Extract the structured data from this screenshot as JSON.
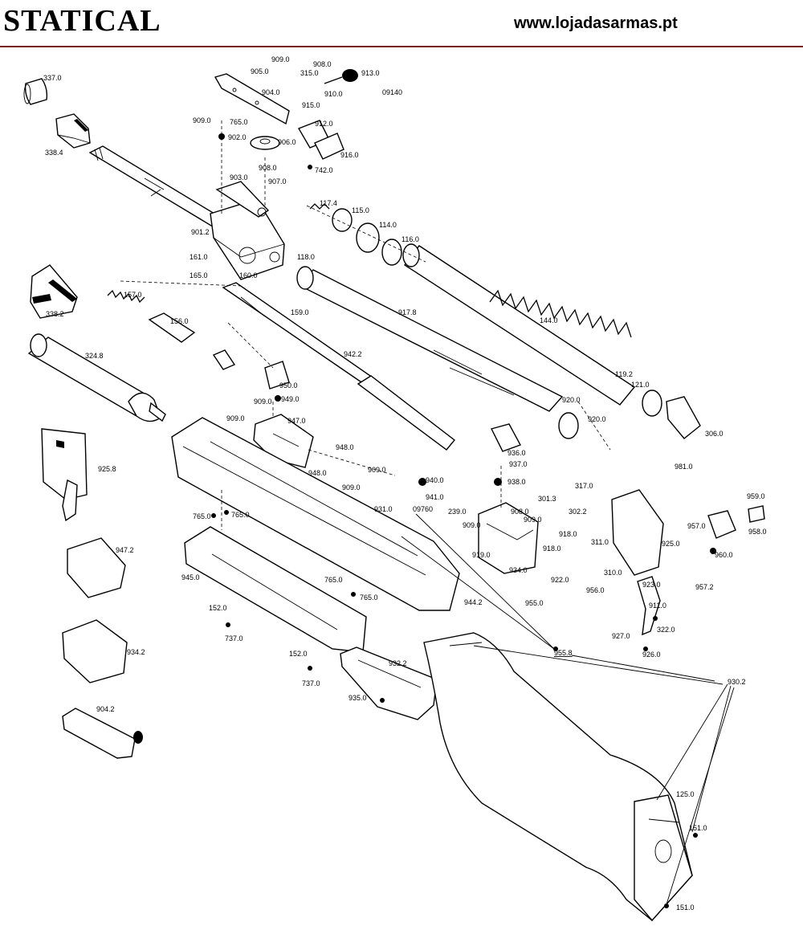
{
  "header": {
    "brand": "STATICAL",
    "website": "www.lojadasarmas.pt"
  },
  "colors": {
    "rule": "#7a1f1f",
    "ink": "#000000",
    "paper": "#ffffff"
  },
  "parts": [
    {
      "id": "p3370",
      "label": "337.0"
    },
    {
      "id": "p3384",
      "label": "338.4"
    },
    {
      "id": "p3382",
      "label": "338.2"
    },
    {
      "id": "p3248",
      "label": "324.8"
    },
    {
      "id": "p9258",
      "label": "925.8"
    },
    {
      "id": "p9472",
      "label": "947.2"
    },
    {
      "id": "p9342",
      "label": "934.2"
    },
    {
      "id": "p9042",
      "label": "904.2"
    },
    {
      "id": "p9090a",
      "label": "909.0"
    },
    {
      "id": "p9050",
      "label": "905.0"
    },
    {
      "id": "p9080a",
      "label": "908.0"
    },
    {
      "id": "p3150",
      "label": "315.0"
    },
    {
      "id": "p9130",
      "label": "913.0"
    },
    {
      "id": "p9140",
      "label": "09140"
    },
    {
      "id": "p9040",
      "label": "904.0"
    },
    {
      "id": "p9100",
      "label": "910.0"
    },
    {
      "id": "p9150",
      "label": "915.0"
    },
    {
      "id": "p9090b",
      "label": "909.0"
    },
    {
      "id": "p7650a",
      "label": "765.0"
    },
    {
      "id": "p9120",
      "label": "912.0"
    },
    {
      "id": "p9020",
      "label": "902.0"
    },
    {
      "id": "p9060",
      "label": "906.0"
    },
    {
      "id": "p9160",
      "label": "916.0"
    },
    {
      "id": "p9080b",
      "label": "908.0"
    },
    {
      "id": "p7420",
      "label": "742.0"
    },
    {
      "id": "p9030",
      "label": "903.0"
    },
    {
      "id": "p9070",
      "label": "907.0"
    },
    {
      "id": "p1174",
      "label": "117.4"
    },
    {
      "id": "p1150",
      "label": "115.0"
    },
    {
      "id": "p1140",
      "label": "114.0"
    },
    {
      "id": "p1160",
      "label": "116.0"
    },
    {
      "id": "p9012",
      "label": "901.2"
    },
    {
      "id": "p1610",
      "label": "161.0"
    },
    {
      "id": "p1650",
      "label": "165.0"
    },
    {
      "id": "p1600",
      "label": "160.0"
    },
    {
      "id": "p1180",
      "label": "118.0"
    },
    {
      "id": "p1570",
      "label": "157.0"
    },
    {
      "id": "p1590",
      "label": "159.0"
    },
    {
      "id": "p9178",
      "label": "917.8"
    },
    {
      "id": "p1440",
      "label": "144.0"
    },
    {
      "id": "p1560",
      "label": "156.0"
    },
    {
      "id": "p9422",
      "label": "942.2"
    },
    {
      "id": "p1192",
      "label": "119.2"
    },
    {
      "id": "p1210",
      "label": "121.0"
    },
    {
      "id": "p9500",
      "label": "950.0"
    },
    {
      "id": "p9090c",
      "label": "909.0"
    },
    {
      "id": "p9490",
      "label": "949.0"
    },
    {
      "id": "p9200a",
      "label": "920.0"
    },
    {
      "id": "p9200b",
      "label": "920.0"
    },
    {
      "id": "p3060",
      "label": "306.0"
    },
    {
      "id": "p9090d",
      "label": "909.0"
    },
    {
      "id": "p9470",
      "label": "947.0"
    },
    {
      "id": "p9480a",
      "label": "948.0"
    },
    {
      "id": "p9360",
      "label": "936.0"
    },
    {
      "id": "p9370",
      "label": "937.0"
    },
    {
      "id": "p9810",
      "label": "981.0"
    },
    {
      "id": "p9480b",
      "label": "948.0"
    },
    {
      "id": "p9090e",
      "label": "909.0"
    },
    {
      "id": "p9090f",
      "label": "909.0"
    },
    {
      "id": "p9400",
      "label": "940.0"
    },
    {
      "id": "p9380",
      "label": "938.0"
    },
    {
      "id": "p3013",
      "label": "301.3"
    },
    {
      "id": "p3170",
      "label": "317.0"
    },
    {
      "id": "p9410",
      "label": "941.0"
    },
    {
      "id": "p9760",
      "label": "09760"
    },
    {
      "id": "p9310",
      "label": "931.0"
    },
    {
      "id": "p2390",
      "label": "239.0"
    },
    {
      "id": "p9080c",
      "label": "908.0"
    },
    {
      "id": "p3022",
      "label": "302.2"
    },
    {
      "id": "p9590",
      "label": "959.0"
    },
    {
      "id": "p7650b",
      "label": "765.0"
    },
    {
      "id": "p7650c",
      "label": "765.0"
    },
    {
      "id": "p9090g",
      "label": "909.0"
    },
    {
      "id": "p9090h",
      "label": "909.0"
    },
    {
      "id": "p9180a",
      "label": "918.0"
    },
    {
      "id": "p3110",
      "label": "311.0"
    },
    {
      "id": "p9570",
      "label": "957.0"
    },
    {
      "id": "p9580",
      "label": "958.0"
    },
    {
      "id": "p9250",
      "label": "925.0"
    },
    {
      "id": "p9180b",
      "label": "918.0"
    },
    {
      "id": "p9190",
      "label": "919.0"
    },
    {
      "id": "p9600",
      "label": "960.0"
    },
    {
      "id": "p9340",
      "label": "934.0"
    },
    {
      "id": "p3100",
      "label": "310.0"
    },
    {
      "id": "p9450",
      "label": "945.0"
    },
    {
      "id": "p7650d",
      "label": "765.0"
    },
    {
      "id": "p7650e",
      "label": "765.0"
    },
    {
      "id": "p9220",
      "label": "922.0"
    },
    {
      "id": "p9572",
      "label": "957.2"
    },
    {
      "id": "p9230",
      "label": "923.0"
    },
    {
      "id": "p9560",
      "label": "956.0"
    },
    {
      "id": "p9550",
      "label": "955.0"
    },
    {
      "id": "p9442",
      "label": "944.2"
    },
    {
      "id": "p1520a",
      "label": "152.0"
    },
    {
      "id": "p9110",
      "label": "911.0"
    },
    {
      "id": "p7370a",
      "label": "737.0"
    },
    {
      "id": "p9270",
      "label": "927.0"
    },
    {
      "id": "p3220",
      "label": "322.0"
    },
    {
      "id": "p9558",
      "label": "955.8"
    },
    {
      "id": "p9260",
      "label": "926.0"
    },
    {
      "id": "p1520b",
      "label": "152.0"
    },
    {
      "id": "p9322",
      "label": "932.2"
    },
    {
      "id": "p9302",
      "label": "930.2"
    },
    {
      "id": "p7370b",
      "label": "737.0"
    },
    {
      "id": "p9350",
      "label": "935.0"
    },
    {
      "id": "p1250",
      "label": "125.0"
    },
    {
      "id": "p1510a",
      "label": "151.0"
    },
    {
      "id": "p1510b",
      "label": "151.0"
    }
  ]
}
